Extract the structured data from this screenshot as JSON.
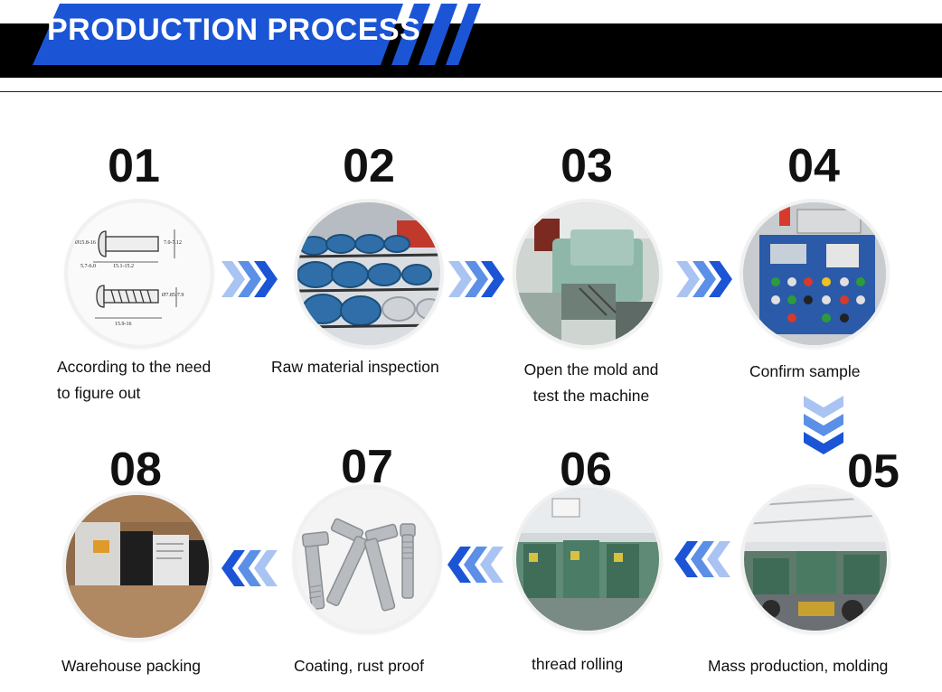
{
  "header": {
    "title": "PRODUCTION PROCESS"
  },
  "colors": {
    "accent": "#1b55d6",
    "accent_light": "#8fb3f0",
    "bar": "#000000"
  },
  "steps": [
    {
      "num": "01",
      "lines": [
        "According to the need",
        "to figure out"
      ],
      "image": "screw-drawing"
    },
    {
      "num": "02",
      "lines": [
        "Raw material inspection"
      ],
      "image": "wire-coils-rack"
    },
    {
      "num": "03",
      "lines": [
        "Open the mold and",
        "test the machine"
      ],
      "image": "heading-machine"
    },
    {
      "num": "04",
      "lines": [
        "Confirm sample"
      ],
      "image": "control-panel"
    },
    {
      "num": "05",
      "lines": [
        "Mass production, molding"
      ],
      "image": "factory-floor"
    },
    {
      "num": "06",
      "lines": [
        "thread rolling"
      ],
      "image": "thread-rolling-machines"
    },
    {
      "num": "07",
      "lines": [
        "Coating, rust proof"
      ],
      "image": "t-bolts"
    },
    {
      "num": "08",
      "lines": [
        "Warehouse packing"
      ],
      "image": "packed-boxes"
    }
  ]
}
